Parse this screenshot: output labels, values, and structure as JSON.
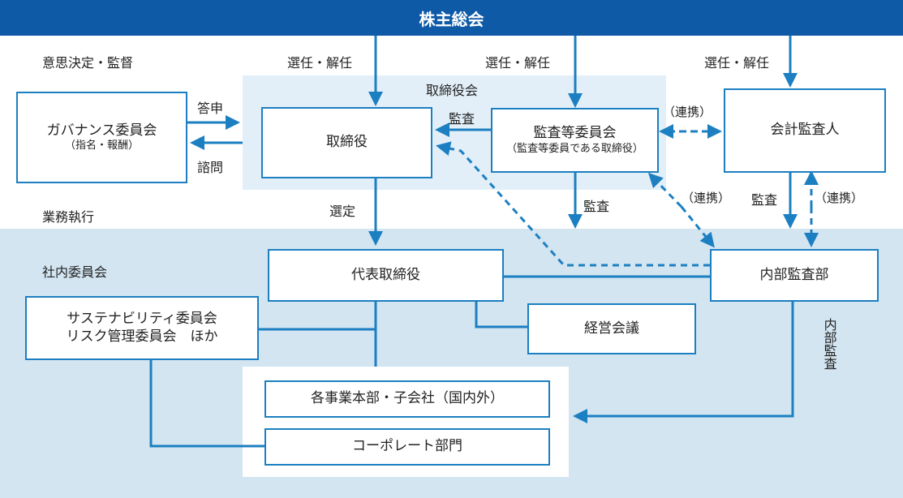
{
  "header": {
    "title": "株主総会"
  },
  "sections": {
    "decision": "意思決定・監督",
    "execution": "業務執行",
    "committees": "社内委員会"
  },
  "boxes": {
    "governance": {
      "title": "ガバナンス委員会",
      "sub": "（指名・報酬）"
    },
    "board_group": "取締役会",
    "directors": "取締役",
    "audit_committee": {
      "title": "監査等委員会",
      "sub": "（監査等委員である取締役）"
    },
    "accounting_auditor": "会計監査人",
    "representative": "代表取締役",
    "internal_audit": "内部監査部",
    "sustainability": {
      "line1": "サステナビリティ委員会",
      "line2": "リスク管理委員会　ほか"
    },
    "management_meeting": "経営会議",
    "business_units": "各事業本部・子会社（国内外）",
    "corporate": "コーポレート部門"
  },
  "labels": {
    "elect1": "選任・解任",
    "elect2": "選任・解任",
    "elect3": "選任・解任",
    "report": "答申",
    "consult": "諮問",
    "audit_directors": "監査",
    "link1": "（連携）",
    "link2": "（連携）",
    "link3": "（連携）",
    "audit_down": "監査",
    "audit_right": "監査",
    "select": "選定",
    "internal_audit_vertical": "内部監査"
  },
  "colors": {
    "primary": "#1c7fc1",
    "header": "#0e5aa7",
    "upper_bg": "#e2eff8",
    "lower_bg": "#d2e5f1"
  }
}
